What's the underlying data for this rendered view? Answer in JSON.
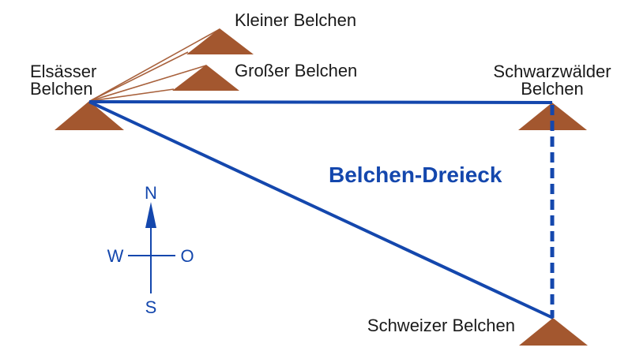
{
  "diagram": {
    "title": "Belchen-Dreieck"
  },
  "colors": {
    "blue": "#1447AD",
    "mountain_brown": "#A3572F",
    "sight_line_brown": "#A8613C",
    "label_text": "#1A1A1A"
  },
  "peaks": {
    "elsaesser": {
      "label_lines": [
        "Elsässer",
        "Belchen"
      ]
    },
    "kleiner": {
      "label": "Kleiner Belchen"
    },
    "grosser": {
      "label": "Großer Belchen"
    },
    "schwarzwaelder": {
      "label_lines": [
        "Schwarzwälder",
        "Belchen"
      ]
    },
    "schweizer": {
      "label": "Schweizer Belchen"
    }
  },
  "compass": {
    "north": "N",
    "east": "O",
    "south": "S",
    "west": "W"
  }
}
